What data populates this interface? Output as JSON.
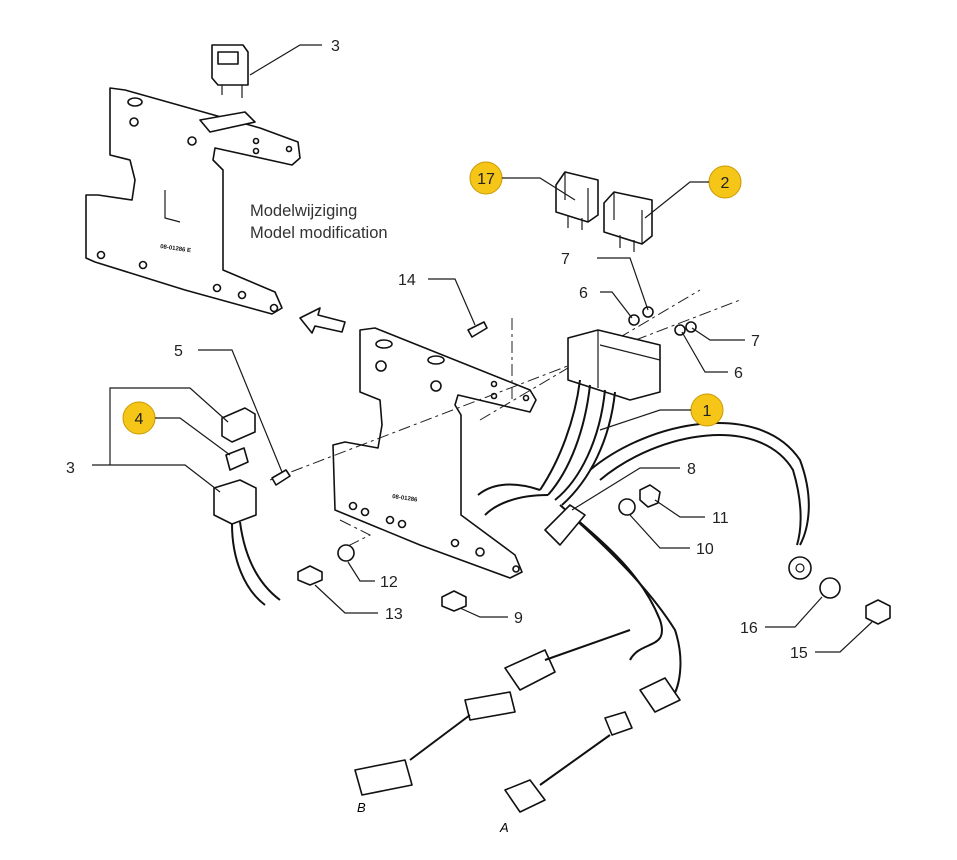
{
  "note": {
    "line1": "Modelwijziging",
    "line2": "Model modification"
  },
  "plate_codes": {
    "old": "08-01286 E",
    "new": "08-01286"
  },
  "callouts": {
    "c3_top": "3",
    "c17": "17",
    "c2": "2",
    "c7a": "7",
    "c6a": "6",
    "c7b": "7",
    "c6b": "6",
    "c14": "14",
    "c1": "1",
    "c5": "5",
    "c4": "4",
    "c3_left": "3",
    "c8": "8",
    "c11": "11",
    "c10": "10",
    "c12": "12",
    "c13": "13",
    "c9": "9",
    "c16": "16",
    "c15": "15"
  },
  "connectors": {
    "a": "A",
    "b": "B"
  },
  "highlight_color": "#f5c518"
}
